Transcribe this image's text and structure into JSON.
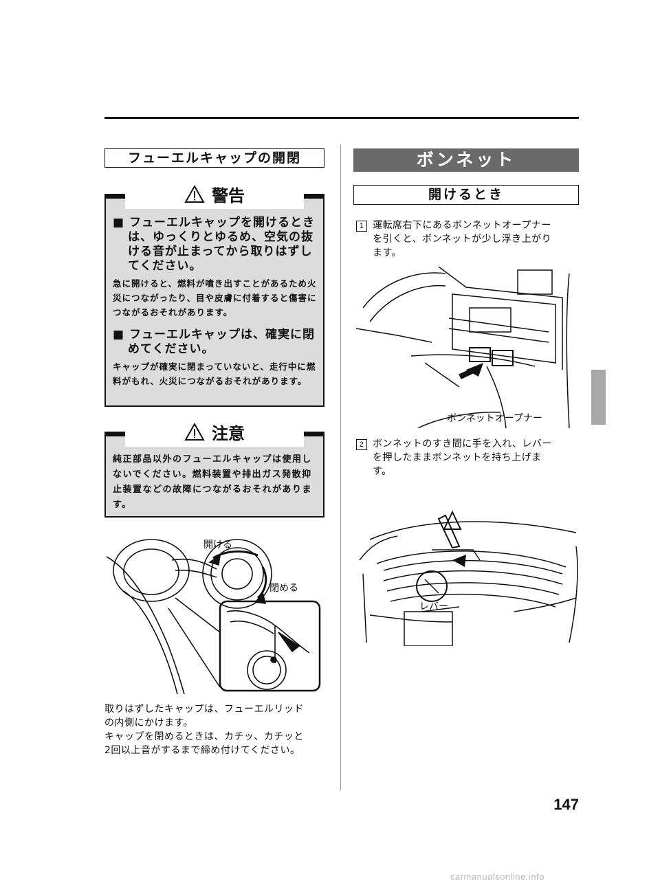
{
  "page_number": "147",
  "watermark": "carmanualsonline.info",
  "fuel_section": {
    "title": "フューエルキャップの開閉",
    "warning": {
      "heading": "警告",
      "items": [
        {
          "title": "■ フューエルキャップを開けるときは、ゆっくりとゆるめ、空気の抜ける音が止まってから取りはずしてください。",
          "body": "急に開けると、燃料が噴き出すことがあるため火災につながったり、目や皮膚に付着すると傷害につながるおそれがあります。"
        },
        {
          "title": "■ フューエルキャップは、確実に閉めてください。",
          "body": "キャップが確実に閉まっていないと、走行中に燃料がもれ、火災につながるおそれがあります。"
        }
      ]
    },
    "caution": {
      "heading": "注意",
      "body": "純正部品以外のフューエルキャップは使用しないでください。燃料装置や排出ガス発散抑止装置などの故障につながるおそれがあります。"
    },
    "figure_labels": {
      "open": "開ける",
      "close": "閉める"
    },
    "note_lines": [
      "取りはずしたキャップは、フューエルリッド",
      "の内側にかけます。",
      "キャップを閉めるときは、カチッ、カチッと",
      "2回以上音がするまで締め付けてください。"
    ]
  },
  "bonnet_section": {
    "banner": "ボンネット",
    "subtitle": "開けるとき",
    "steps": [
      {
        "num": "1",
        "lines": [
          "運転席右下にあるボンネットオープナー",
          "を引くと、ボンネットが少し浮き上がり",
          "ます。"
        ]
      },
      {
        "num": "2",
        "lines": [
          "ボンネットのすき間に手を入れ、レバー",
          "を押したままボンネットを持ち上げま",
          "す。"
        ]
      }
    ],
    "figure1_label": "ボンネットオープナー",
    "figure2_label": "レバー"
  }
}
